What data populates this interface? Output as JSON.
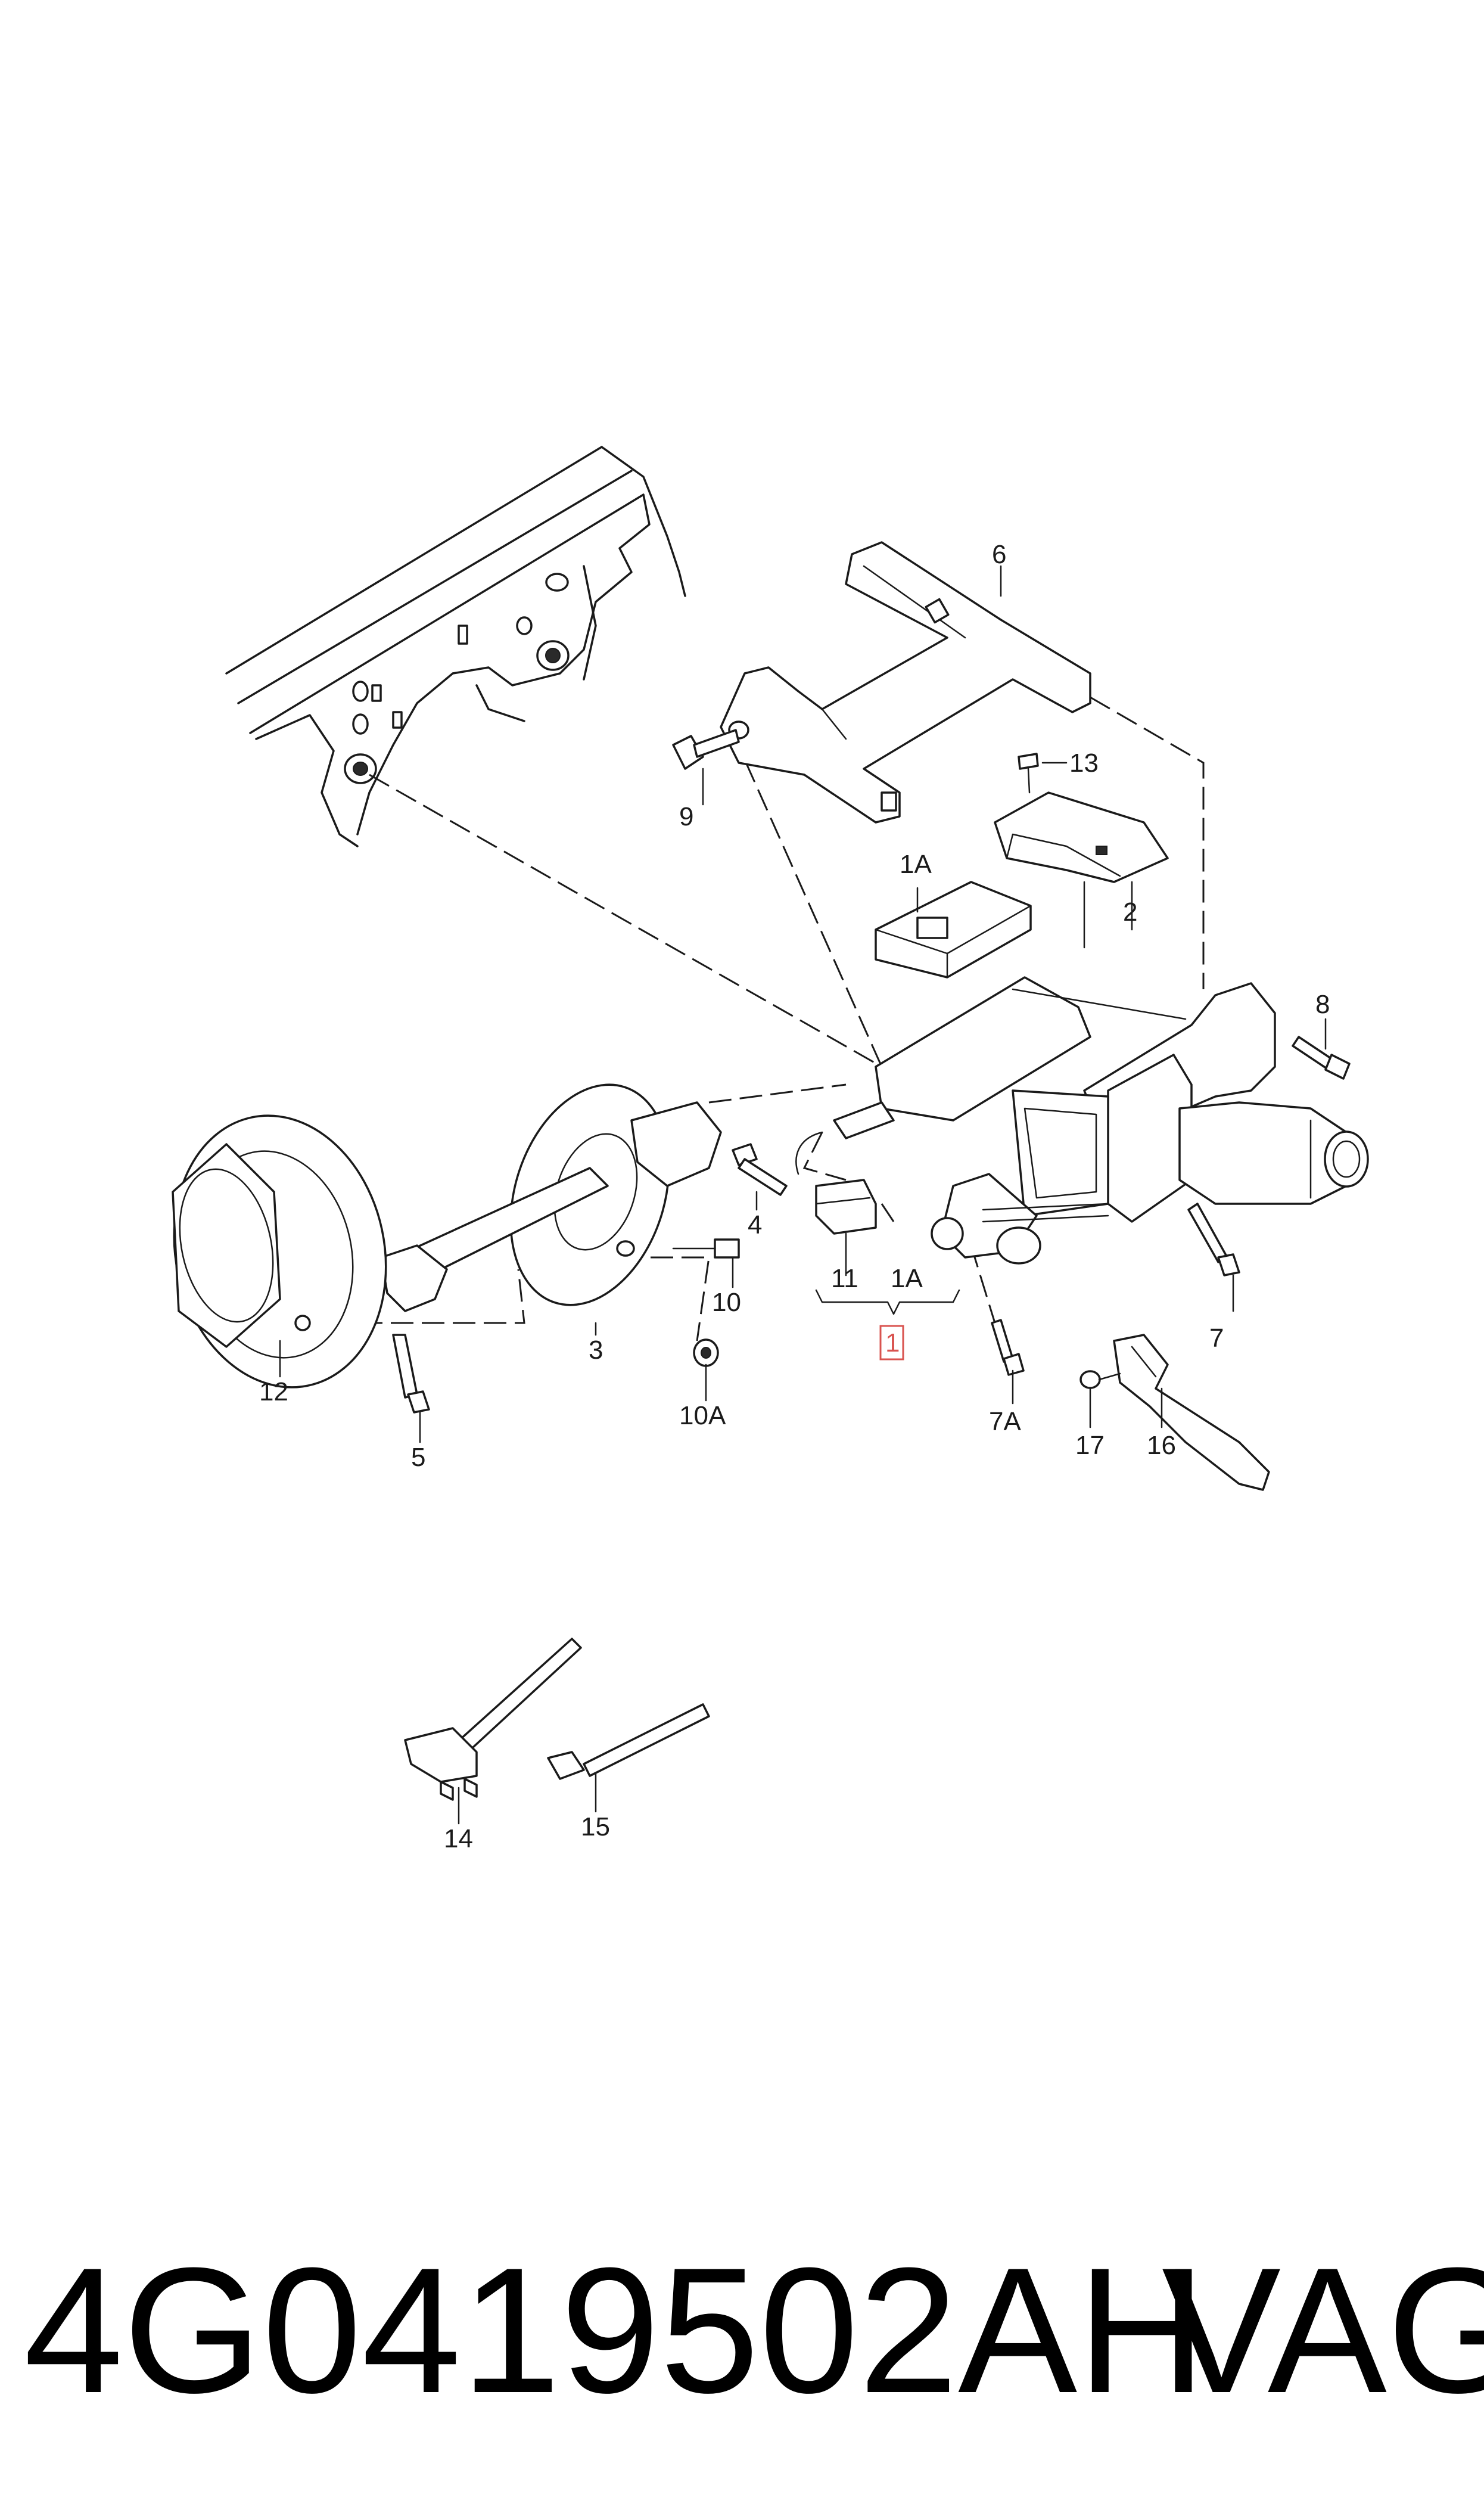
{
  "callouts": {
    "c1": "1",
    "c1a_top": "1A",
    "c1a_bottom": "1A",
    "c2": "2",
    "c3": "3",
    "c4": "4",
    "c5": "5",
    "c6": "6",
    "c7": "7",
    "c7a": "7A",
    "c8": "8",
    "c9": "9",
    "c10": "10",
    "c10a": "10A",
    "c11": "11",
    "c12": "12",
    "c13": "13",
    "c14": "14",
    "c15": "15",
    "c16": "16",
    "c17": "17"
  },
  "footer": {
    "part_number": "4G0419502AH",
    "brand": "VAG"
  },
  "colors": {
    "highlight_box": "#d9534f",
    "ink": "#1a1a1a"
  }
}
